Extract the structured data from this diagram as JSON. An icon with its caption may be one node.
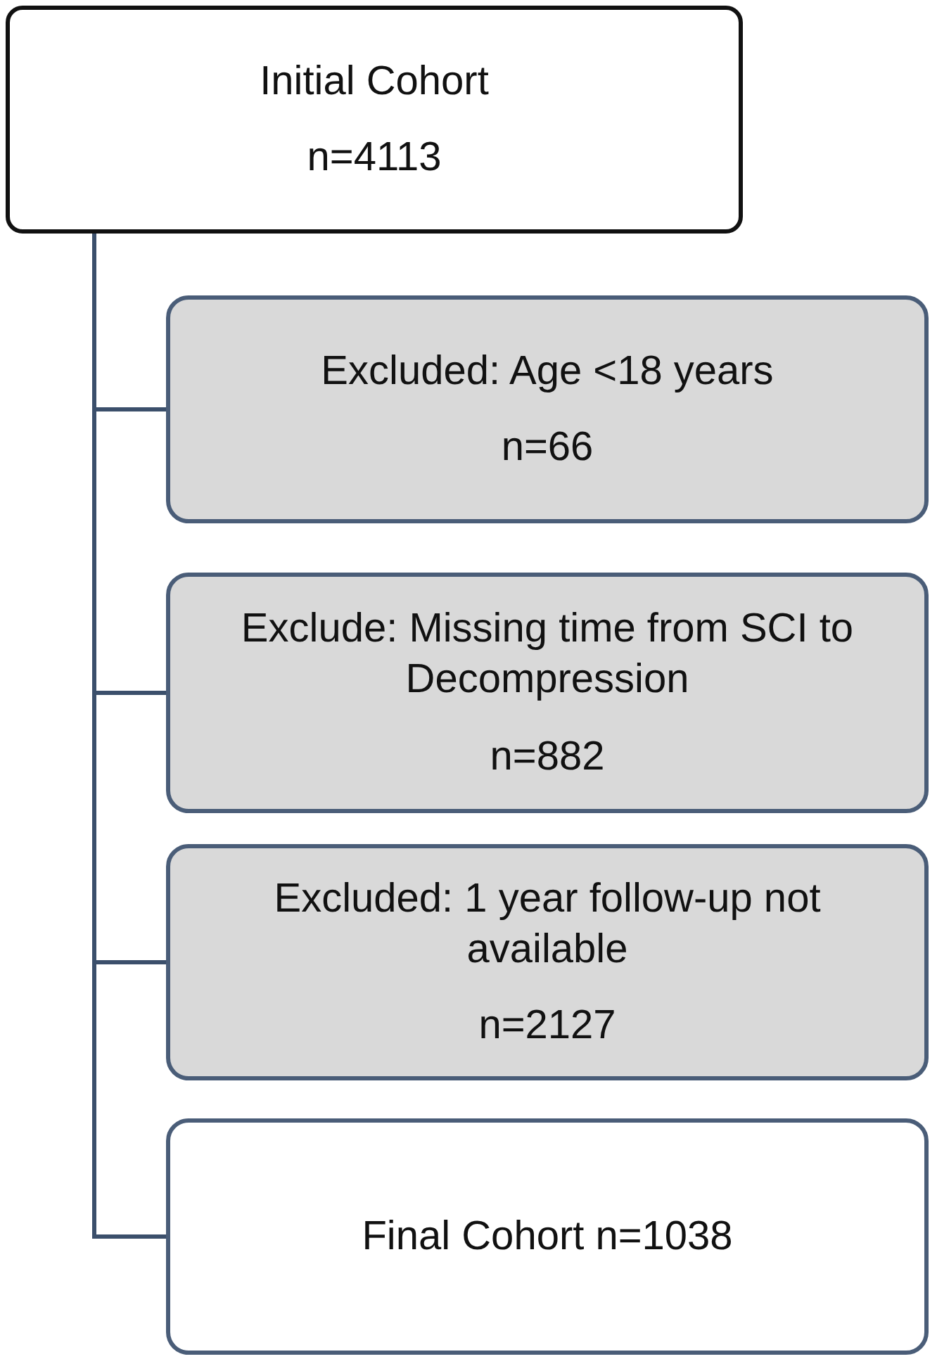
{
  "diagram": {
    "nodes": [
      {
        "text": [
          "Initial Cohort",
          "n=4113"
        ]
      },
      {
        "text": [
          "Excluded: Age <18 years",
          "n=66"
        ]
      },
      {
        "text": [
          "Exclude: Missing time from SCI to Decompression",
          "n=882"
        ]
      },
      {
        "text": [
          "Excluded: 1 year follow-up not available",
          "n=2127"
        ]
      },
      {
        "text": [
          "Final Cohort n=1038"
        ]
      }
    ],
    "edges": [
      {
        "from": 0,
        "to": 1,
        "arrow": "none"
      },
      {
        "from": 0,
        "to": 2,
        "arrow": "none"
      },
      {
        "from": 0,
        "to": 3,
        "arrow": "none"
      },
      {
        "from": 0,
        "to": 4,
        "arrow": "none"
      }
    ]
  }
}
